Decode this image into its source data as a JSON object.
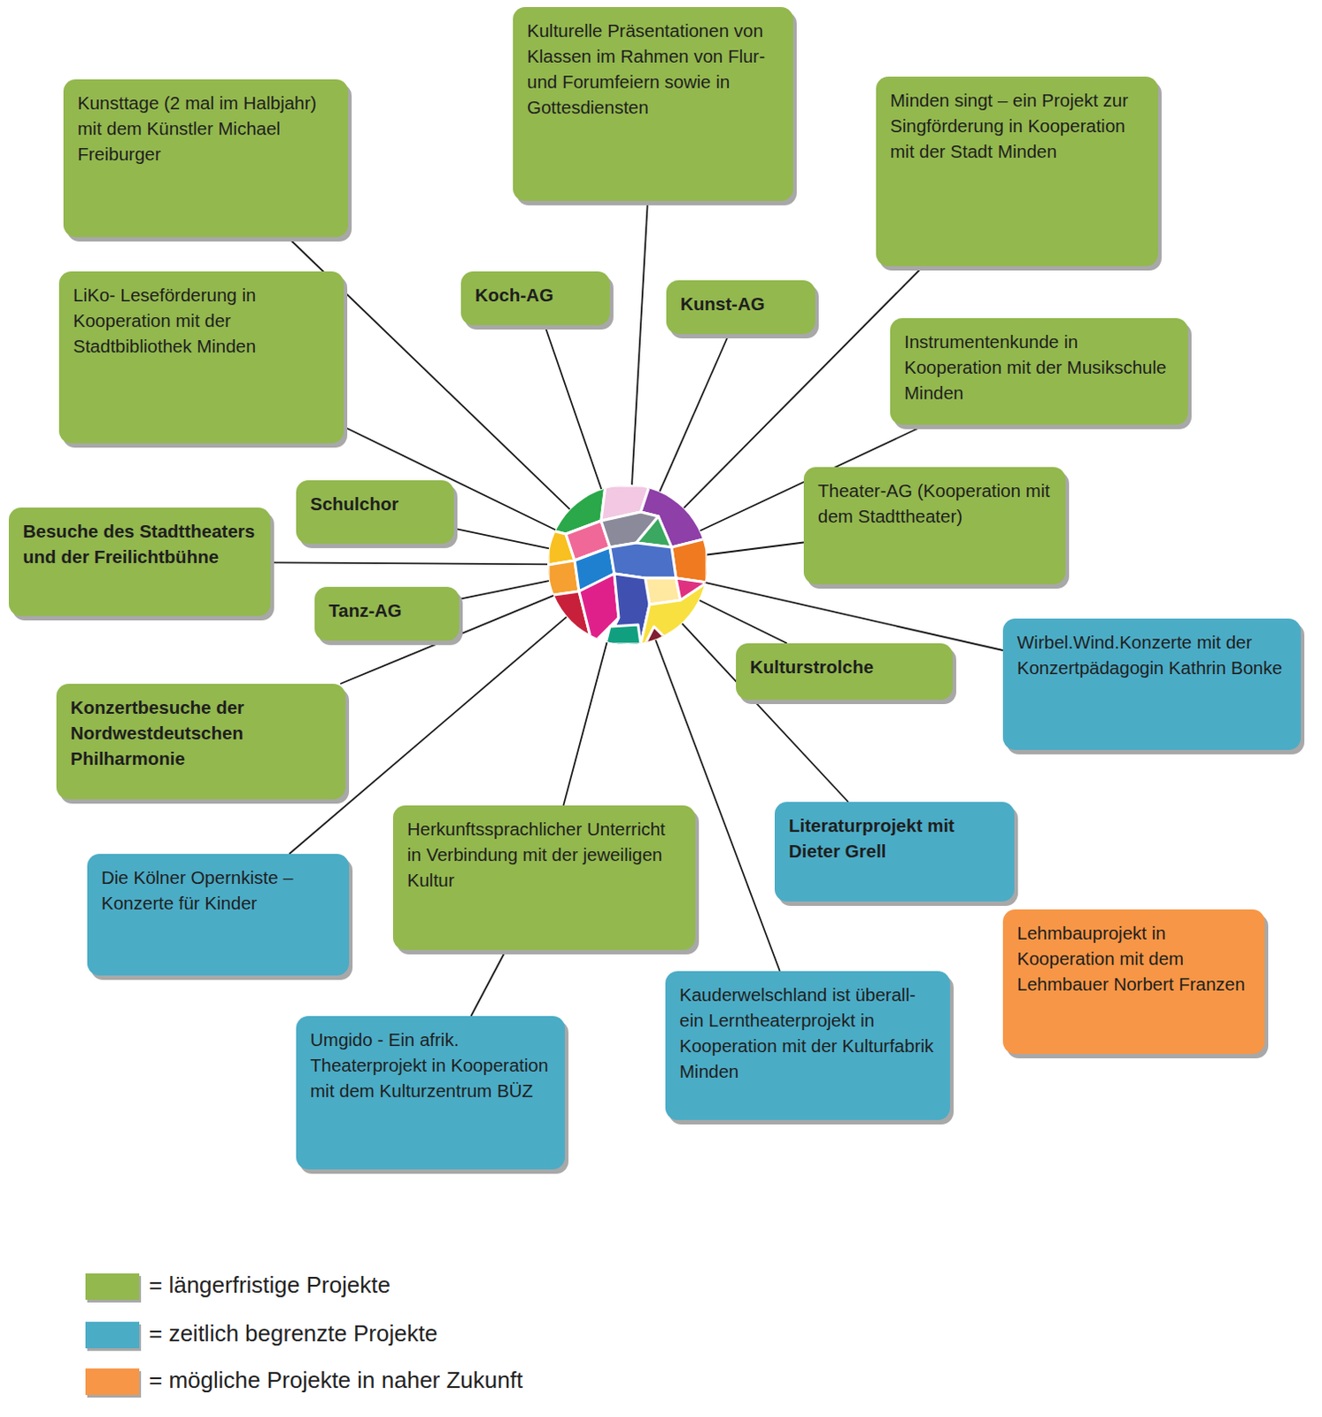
{
  "diagram": {
    "nodes": [
      {
        "text": [
          "Kunsttage (2 mal im Halbjahr) mit dem Künstler Michael Freiburger"
        ]
      },
      {
        "text": [
          "Kulturelle Präsentationen von Klassen im Rahmen von Flur- und Forumfeiern sowie in Gottesdiensten"
        ]
      },
      {
        "text": [
          "Minden singt – ein Projekt zur Singförderung in Kooperation mit der Stadt Minden"
        ]
      },
      {
        "text": [
          "LiKo- Leseförderung in Kooperation mit der Stadtbibliothek Minden"
        ]
      },
      {
        "text": [
          "Koch-AG"
        ]
      },
      {
        "text": [
          "Kunst-AG"
        ]
      },
      {
        "text": [
          "Instrumentenkunde in Kooperation mit der Musikschule Minden"
        ]
      },
      {
        "text": [
          "Schulchor"
        ]
      },
      {
        "text": [
          "Theater-AG (Kooperation mit dem Stadttheater)"
        ]
      },
      {
        "text": [
          "Besuche des Stadttheaters und der Freilichtbühne"
        ]
      },
      {
        "text": [
          "Tanz-AG"
        ]
      },
      {
        "text": [
          "Kulturstrolche"
        ]
      },
      {
        "text": [
          "Wirbel.Wind.Konzerte mit der Konzertpädagogin Kathrin Bonke"
        ]
      },
      {
        "text": [
          "Konzertbesuche der Nordwestdeutschen Philharmonie"
        ]
      },
      {
        "text": [
          "Herkunftssprachlicher Unterricht in Verbindung mit der jeweiligen Kultur"
        ]
      },
      {
        "text": [
          "Literaturprojekt mit Dieter Grell"
        ]
      },
      {
        "text": [
          "Die Kölner Opernkiste – Konzerte für Kinder"
        ]
      },
      {
        "text": [
          "Lehmbauprojekt in Kooperation mit dem Lehmbauer Norbert Franzen"
        ]
      },
      {
        "text": [
          "Umgido - Ein afrik. Theaterprojekt in Kooperation mit dem Kulturzentrum BÜZ"
        ]
      },
      {
        "text": [
          "Kauderwelschland ist überall- ein Lerntheaterprojekt in Kooperation mit der Kulturfabrik Minden"
        ]
      }
    ],
    "edges": [
      {
        "from": 14,
        "to": 18,
        "arrow": "none"
      }
    ],
    "legend": [
      {
        "text": "= längerfristige Projekte",
        "color": "#93b84e"
      },
      {
        "text": "= zeitlich begrenzte Projekte",
        "color": "#4bacc6"
      },
      {
        "text": "= mögliche Projekte in naher Zukunft",
        "color": "#f79646"
      }
    ]
  }
}
